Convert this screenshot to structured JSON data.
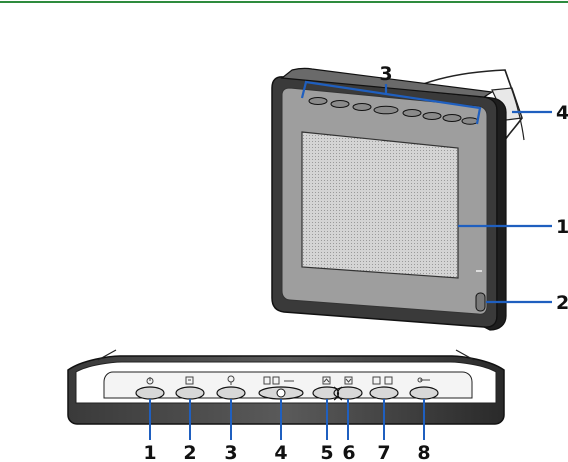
{
  "colors": {
    "header_rule": "#2e8b3e",
    "leader_line": "#1f5fbf",
    "body_dark": "#2b2b2b",
    "body_mid": "#8a8a8a",
    "screen_fill": "#cfcfcf"
  },
  "device_view": {
    "callouts": [
      {
        "number": "1",
        "target": "screen"
      },
      {
        "number": "2",
        "target": "side-button"
      },
      {
        "number": "3",
        "target": "top-buttons"
      },
      {
        "number": "4",
        "target": "stand"
      }
    ]
  },
  "top_edge_view": {
    "callouts": [
      {
        "number": "1",
        "icon": "power-icon"
      },
      {
        "number": "2",
        "icon": "menu-icon"
      },
      {
        "number": "3",
        "icon": "mic-icon"
      },
      {
        "number": "4",
        "icon": "mode-slider-icon"
      },
      {
        "number": "5",
        "icon": "up-icon"
      },
      {
        "number": "6",
        "icon": "down-icon"
      },
      {
        "number": "7",
        "icon": "zoom-icon"
      },
      {
        "number": "8",
        "icon": "key-icon"
      }
    ]
  }
}
